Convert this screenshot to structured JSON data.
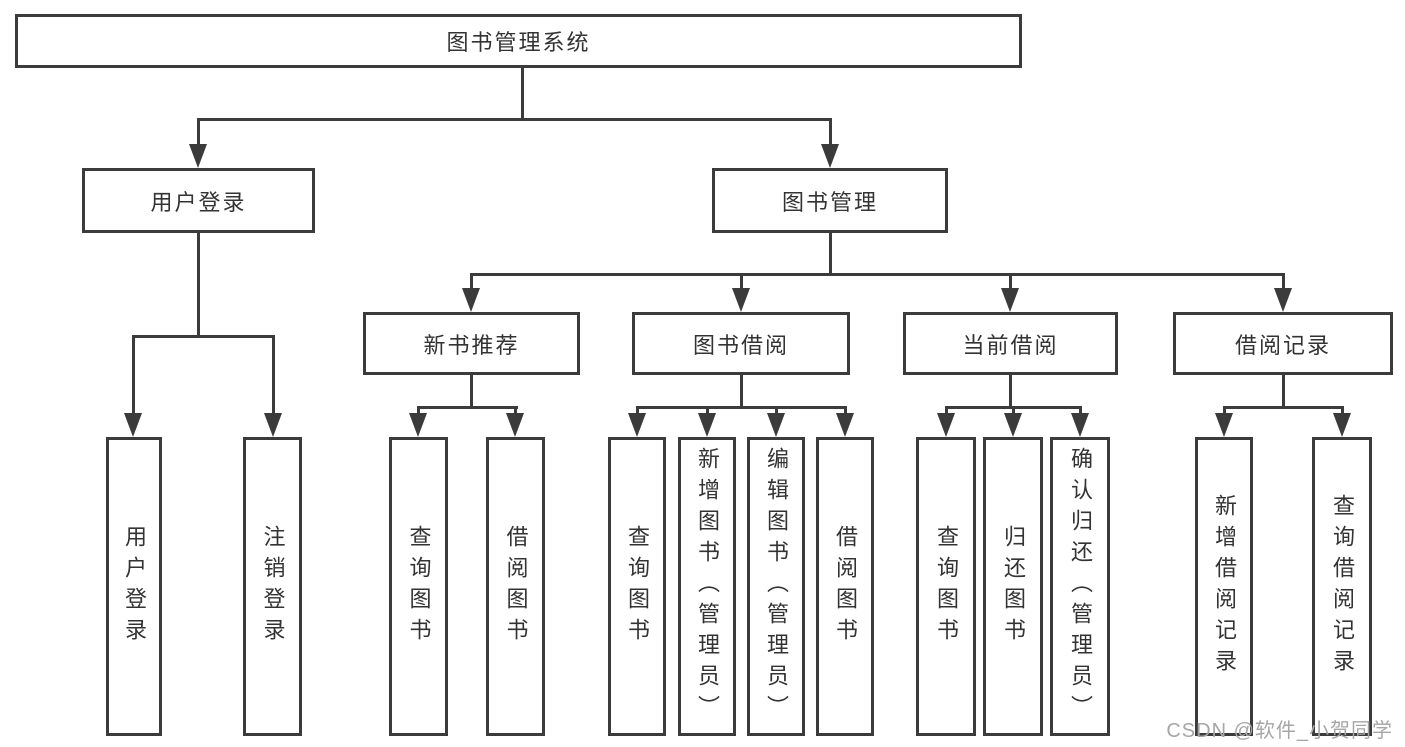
{
  "tree": {
    "root": {
      "label": "图书管理系统",
      "children": [
        {
          "label": "用户登录",
          "children": [
            {
              "label": "用户登录"
            },
            {
              "label": "注销登录"
            }
          ]
        },
        {
          "label": "图书管理",
          "children": [
            {
              "label": "新书推荐",
              "children": [
                {
                  "label": "查询图书"
                },
                {
                  "label": "借阅图书"
                }
              ]
            },
            {
              "label": "图书借阅",
              "children": [
                {
                  "label": "查询图书"
                },
                {
                  "label": "新增图书（管理员）"
                },
                {
                  "label": "编辑图书（管理员）"
                },
                {
                  "label": "借阅图书"
                }
              ]
            },
            {
              "label": "当前借阅",
              "children": [
                {
                  "label": "查询图书"
                },
                {
                  "label": "归还图书"
                },
                {
                  "label": "确认归还（管理员）"
                }
              ]
            },
            {
              "label": "借阅记录",
              "children": [
                {
                  "label": "新增借阅记录"
                },
                {
                  "label": "查询借阅记录"
                }
              ]
            }
          ]
        }
      ]
    }
  },
  "watermark": "CSDN @软件_小贺同学",
  "colors": {
    "line": "#3b3b3b",
    "text": "#333333",
    "watermark": "#a6a6a6",
    "background": "#ffffff"
  }
}
